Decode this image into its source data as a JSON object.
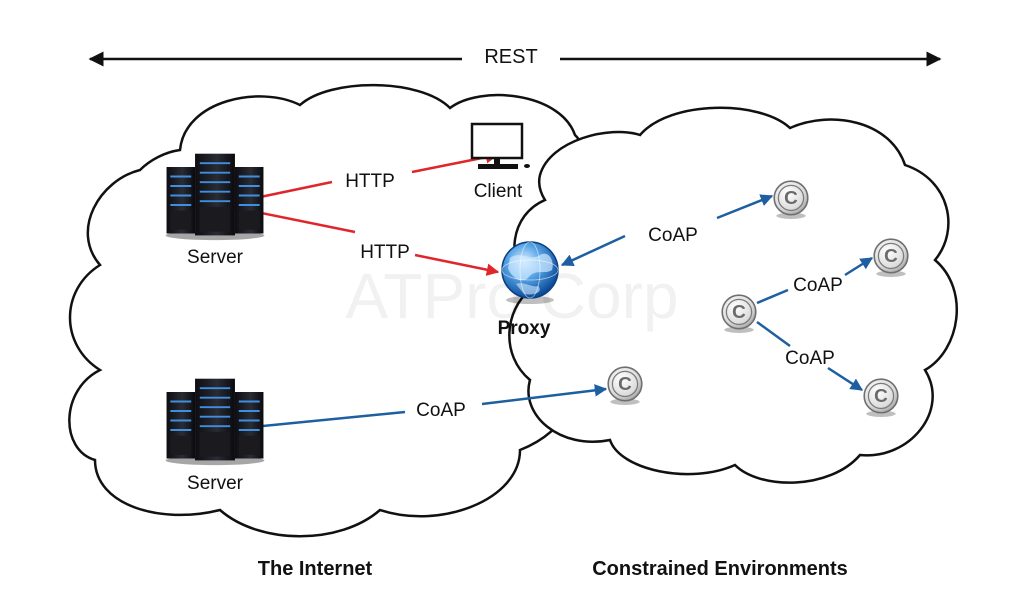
{
  "diagram": {
    "rest_label": "REST",
    "watermark": "ATPro Corp",
    "server_top_label": "Server",
    "server_bottom_label": "Server",
    "client_label": "Client",
    "proxy_label": "Proxy",
    "http_top_label": "HTTP",
    "http_mid_label": "HTTP",
    "coap_proxy_label": "CoAP",
    "coap_bottom_label": "CoAP",
    "coap_branch_top_label": "CoAP",
    "coap_branch_bottom_label": "CoAP",
    "internet_label": "The Internet",
    "constrained_label": "Constrained Environments",
    "colors": {
      "http_arrow": "#e0262b",
      "coap_arrow": "#1d5fa0",
      "rest_arrow": "#111111",
      "cloud_stroke": "#111111",
      "server_accent": "#3f8fe0"
    },
    "icons": [
      "server-icon",
      "client-computer-icon",
      "globe-proxy-icon",
      "coap-node-icon"
    ]
  }
}
